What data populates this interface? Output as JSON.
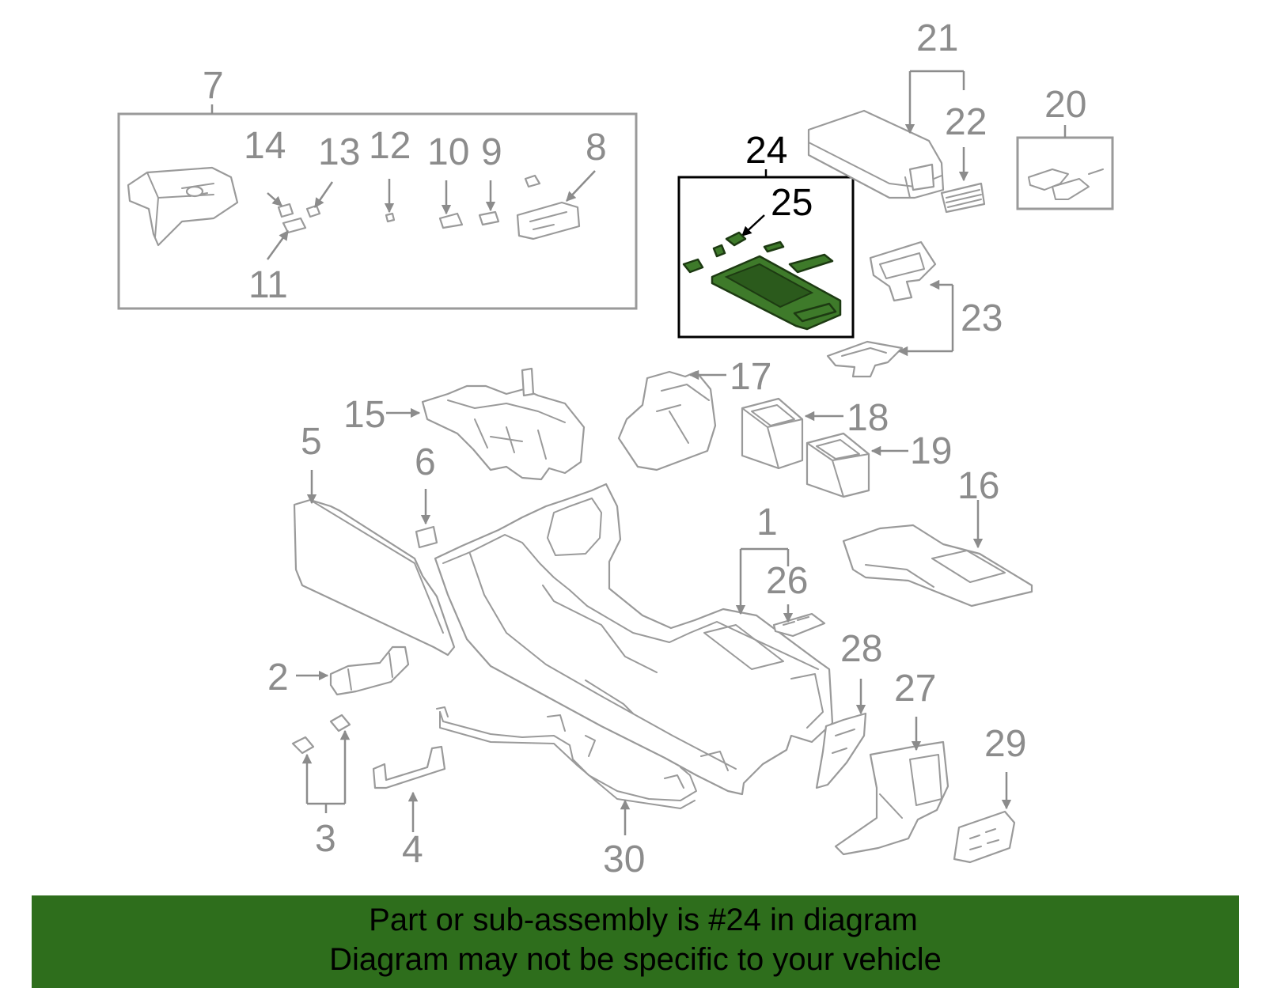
{
  "callouts": {
    "c1": "1",
    "c2": "2",
    "c3": "3",
    "c4": "4",
    "c5": "5",
    "c6": "6",
    "c7": "7",
    "c8": "8",
    "c9": "9",
    "c10": "10",
    "c11": "11",
    "c12": "12",
    "c13": "13",
    "c14": "14",
    "c15": "15",
    "c16": "16",
    "c17": "17",
    "c18": "18",
    "c19": "19",
    "c20": "20",
    "c21": "21",
    "c22": "22",
    "c23": "23",
    "c24": "24",
    "c25": "25",
    "c26": "26",
    "c27": "27",
    "c28": "28",
    "c29": "29",
    "c30": "30"
  },
  "highlight": {
    "part_number": "24",
    "color": "#3e7a2a"
  },
  "banner": {
    "line1": "Part or sub-assembly is #24 in diagram",
    "line2": "Diagram may not be specific to your vehicle",
    "background": "#2e6e1c"
  }
}
